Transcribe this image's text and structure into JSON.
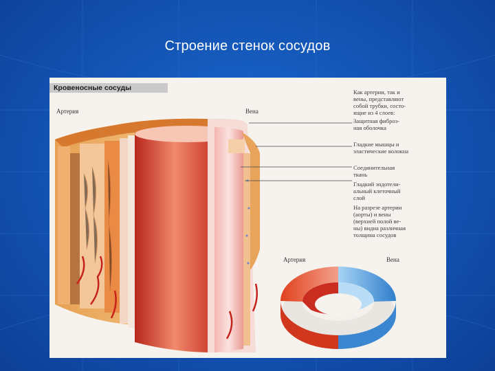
{
  "slide": {
    "title": "Строение стенок сосудов"
  },
  "figure": {
    "header": "Кровеносные сосуды",
    "label_artery": "Артерия",
    "label_vein": "Вена",
    "intro": "Как артерии, так и\nвены, представляют\nсобой трубки, состо-\nящие из 4 слоев:",
    "layers": [
      "Защитная фиброз-\nная оболочка",
      "Гладкие мышцы и\nэластические волокна",
      "Соединительная\nткань",
      "Гладкий эндотели-\nальный клеточный\nслой"
    ],
    "section_note": "На разрезе артерии\n(аорты) и вены\n(верхней полой ве-\nны) видна различная\nтолщина сосудов",
    "ring_label_artery": "Артерия",
    "ring_label_vein": "Вена"
  },
  "colors": {
    "background": "#1457b8",
    "artery": "#e8472e",
    "vein": "#5aa7e0"
  }
}
